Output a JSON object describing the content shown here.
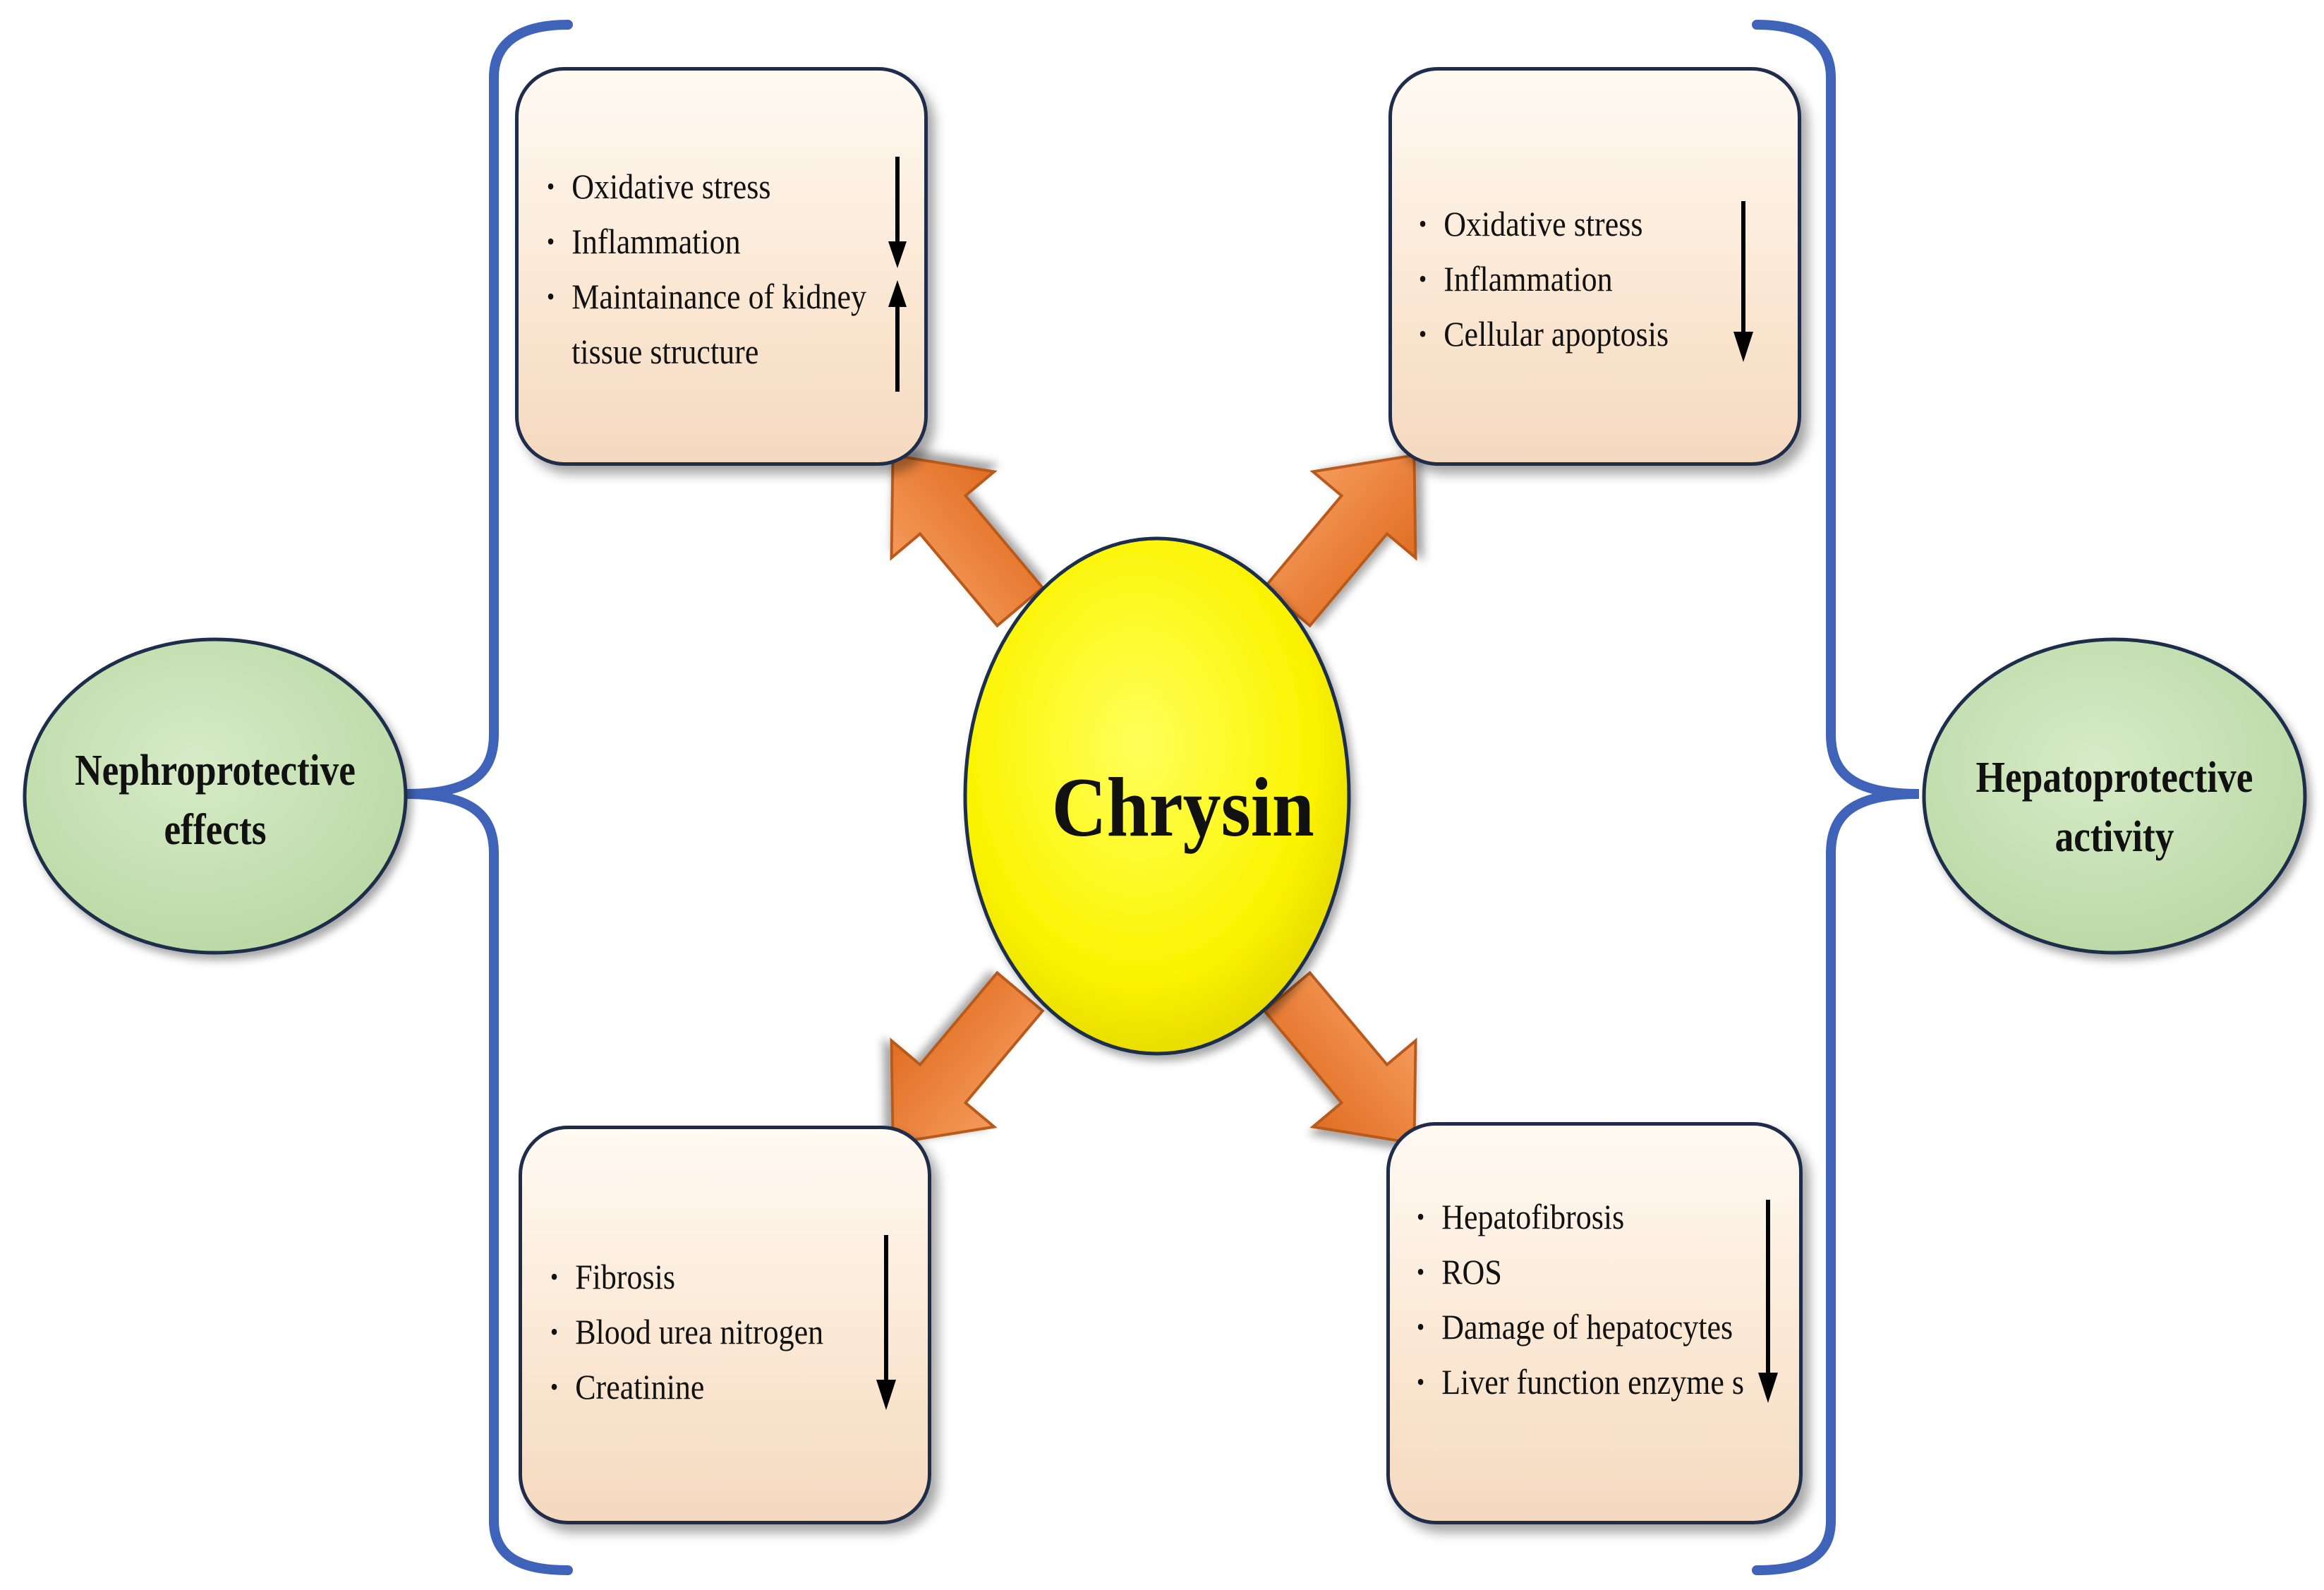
{
  "center": {
    "label": "Chrysin"
  },
  "left_group": {
    "label_line1": "Nephroprotective",
    "label_line2": "effects",
    "top_box": {
      "items": [
        "Oxidative  stress",
        "Inflammation",
        "Maintainance of    kidney",
        "tissue structure"
      ]
    },
    "bottom_box": {
      "items": [
        "Fibrosis",
        "Blood urea nitrogen",
        "Creatinine"
      ]
    }
  },
  "right_group": {
    "label_line1": "Hepatoprotective",
    "label_line2": "activity",
    "top_box": {
      "items": [
        "Oxidative stress",
        "Inflammation",
        "Cellular apoptosis"
      ]
    },
    "bottom_box": {
      "items": [
        "Hepatofibrosis",
        "ROS",
        "Damage of  hepatocytes",
        "Liver  function enzyme s"
      ]
    }
  },
  "colors": {
    "center_fill": "#fbf400",
    "oval_fill": "#c5dfb2",
    "bracket": "#3f63b8",
    "arrow_fill": "#ee7d32",
    "box_fill": "#fbe8d4"
  }
}
